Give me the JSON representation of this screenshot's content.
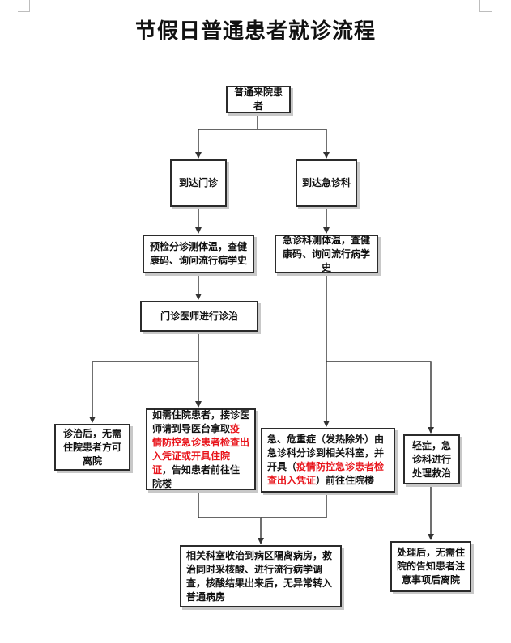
{
  "title": "节假日普通患者就诊流程",
  "nodes": {
    "start": "普通来院患者",
    "outpatient": "到达门诊",
    "emergency": "到达急诊科",
    "triage_outpatient": "预检分诊测体温，查健康码、询问流行病学史",
    "triage_emergency": "急诊科测体温，查健康码、询问流行病学史",
    "doctor_visit": "门诊医师进行诊治",
    "discharge": "诊治后，无需住院患者方可离院",
    "admit": {
      "text1": "如需住院患者，接诊医师请到导医台拿取",
      "red": "疫情防控急诊患者检查出入凭证或开具住院证",
      "text2": "，告知患者前往住院楼"
    },
    "critical": {
      "text1": "急、危重症（发热除外）由急诊科分诊到相关科室，并开具（",
      "red": "疫情防控急诊患者检查出入凭证",
      "text2": "）前往住院楼"
    },
    "mild": "轻症，急诊科进行处理救治",
    "isolation": "相关科室收治到病区隔离病房，救治同时采核酸、进行流行病学调查，核酸结果出来后，无异常转入普通病房",
    "after_treatment": "处理后，无需住院的告知患者注意事项后离院"
  },
  "colors": {
    "highlight": "#e8141b",
    "line": "#333333",
    "border": "#2b2b2b"
  }
}
